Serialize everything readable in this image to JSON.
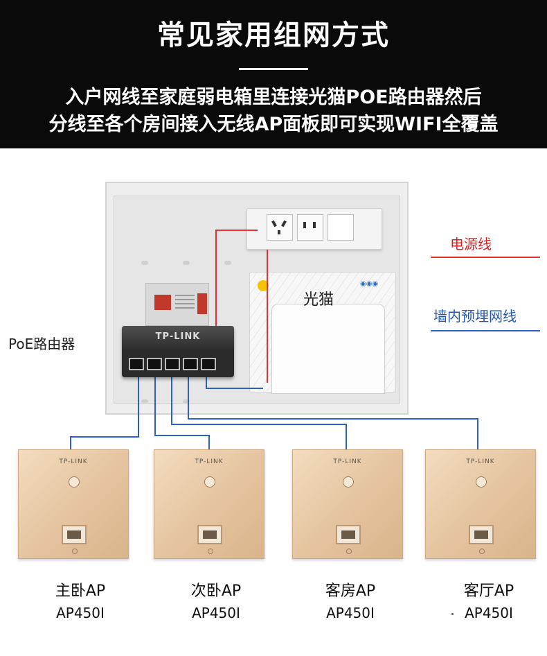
{
  "banner": {
    "title": "常见家用组网方式",
    "line1": "入户网线至家庭弱电箱里连接光猫POE路由器然后",
    "line2": "分线至各个房间接入无线AP面板即可实现WIFI全覆盖"
  },
  "device_labels": {
    "router": "PoE路由器",
    "modem": "光猫",
    "switch_brand": "TP-LINK"
  },
  "legend": {
    "power": {
      "label": "电源线",
      "color": "#e02020"
    },
    "wire": {
      "label": "墙内预埋网线",
      "color": "#2456b0"
    }
  },
  "panels": [
    {
      "room": "主卧AP",
      "model": "AP450I",
      "brand": "TP-LINK"
    },
    {
      "room": "次卧AP",
      "model": "AP450I",
      "brand": "TP-LINK"
    },
    {
      "room": "客房AP",
      "model": "AP450I",
      "brand": "TP-LINK"
    },
    {
      "room": "客厅AP",
      "model": "AP450I",
      "brand": "TP-LINK"
    }
  ],
  "colors": {
    "banner_bg": "#0a0a0a",
    "power_line": "#e53030",
    "network_line": "#2d5fc4",
    "panel_gold": "#e4c39e"
  }
}
